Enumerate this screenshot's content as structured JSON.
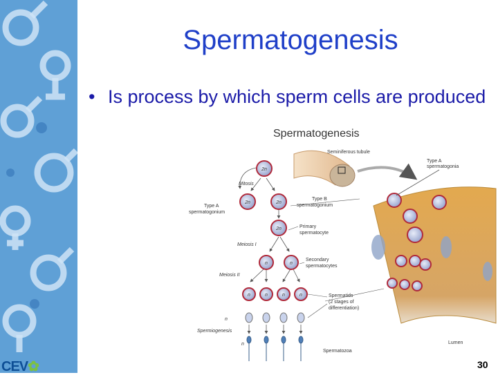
{
  "slide": {
    "title": "Spermatogenesis",
    "bullet": "Is process by which sperm cells are produced",
    "page_number": "30",
    "logo_text": "CEV"
  },
  "figure": {
    "title": "Spermatogenesis",
    "labels": {
      "seminiferous_tubule": "Seminiferous tubule",
      "type_a_right_1": "Type A",
      "type_a_right_2": "spermatogonia",
      "mitosis": "Mitosis",
      "type_a_left_1": "Type A",
      "type_a_left_2": "spermatogonium",
      "type_b_1": "Type B",
      "type_b_2": "spermatogonium",
      "primary_1": "Primary",
      "primary_2": "spermatocyte",
      "meiosis_1": "Meiosis I",
      "secondary_1": "Secondary",
      "secondary_2": "spermatocytes",
      "meiosis_2": "Meiosis II",
      "spermatids_1": "Spermatids",
      "spermatids_2": "(2 stages of",
      "spermatids_3": "differentiation)",
      "n_side_1": "n",
      "spermiogenesis": "Spermiogenesis",
      "n_side_2": "n",
      "lumen": "Lumen",
      "spermatozoa": "Spermatozoa"
    },
    "cell_labels": {
      "c2n_top": "2n",
      "c2n_left": "2n",
      "c2n_right": "2n",
      "c2n_primary": "2n",
      "n_sec_1": "n",
      "n_sec_2": "n",
      "n_sp_1": "n",
      "n_sp_2": "n",
      "n_sp_3": "n",
      "n_sp_4": "n"
    }
  },
  "colors": {
    "title": "#1f3fc8",
    "bullet": "#1a1aa8",
    "sidebar": "#5fa0d6",
    "cell_fill": "#c9d3ec",
    "cell_border": "#b0293a",
    "tubule_wedge": "#d9a04a"
  }
}
